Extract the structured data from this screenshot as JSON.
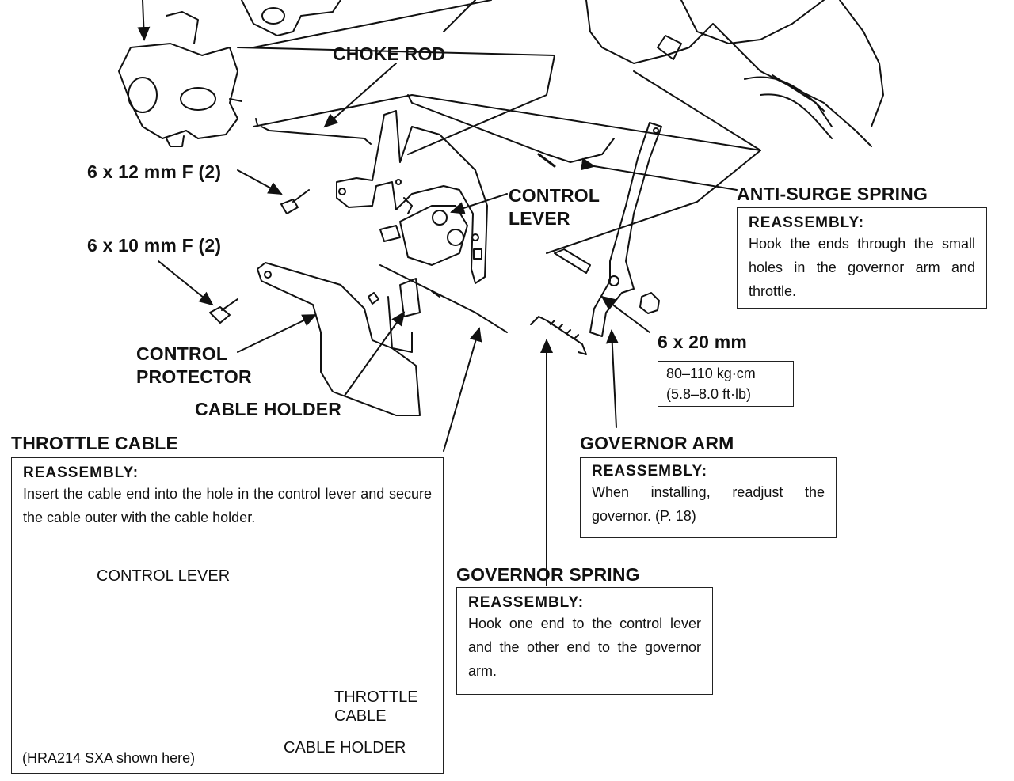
{
  "labels": {
    "choke_rod": "CHOKE ROD",
    "bolt_6x12": "6 x 12 mm F (2)",
    "bolt_6x10": "6 x 10 mm F (2)",
    "control_lever_l1": "CONTROL",
    "control_lever_l2": "LEVER",
    "anti_surge_spring": "ANTI-SURGE SPRING",
    "control_protector_l1": "CONTROL",
    "control_protector_l2": "PROTECTOR",
    "cable_holder": "CABLE HOLDER",
    "throttle_cable": "THROTTLE CABLE",
    "bolt_6x20": "6 x 20 mm",
    "governor_arm": "GOVERNOR ARM",
    "governor_spring": "GOVERNOR SPRING"
  },
  "torque": {
    "line1": "80–110 kg·cm",
    "line2": "(5.8–8.0 ft·lb)"
  },
  "notes": {
    "anti_surge": {
      "heading": "REASSEMBLY:",
      "text": "Hook the ends through the small holes in the governor arm and throttle."
    },
    "throttle_cable": {
      "heading": "REASSEMBLY:",
      "text": "Insert the cable end into the hole in the control lever and secure the cable outer with the cable holder."
    },
    "governor_arm": {
      "heading": "REASSEMBLY:",
      "text": "When installing, readjust the governor. (P. 18)"
    },
    "governor_spring": {
      "heading": "REASSEMBLY:",
      "text": "Hook one end to the control lever and the other end to the governor arm."
    }
  },
  "inset": {
    "control_lever": "CONTROL LEVER",
    "throttle_cable_l1": "THROTTLE",
    "throttle_cable_l2": "CABLE",
    "cable_holder": "CABLE HOLDER",
    "caption": "(HRA214 SXA shown here)"
  }
}
